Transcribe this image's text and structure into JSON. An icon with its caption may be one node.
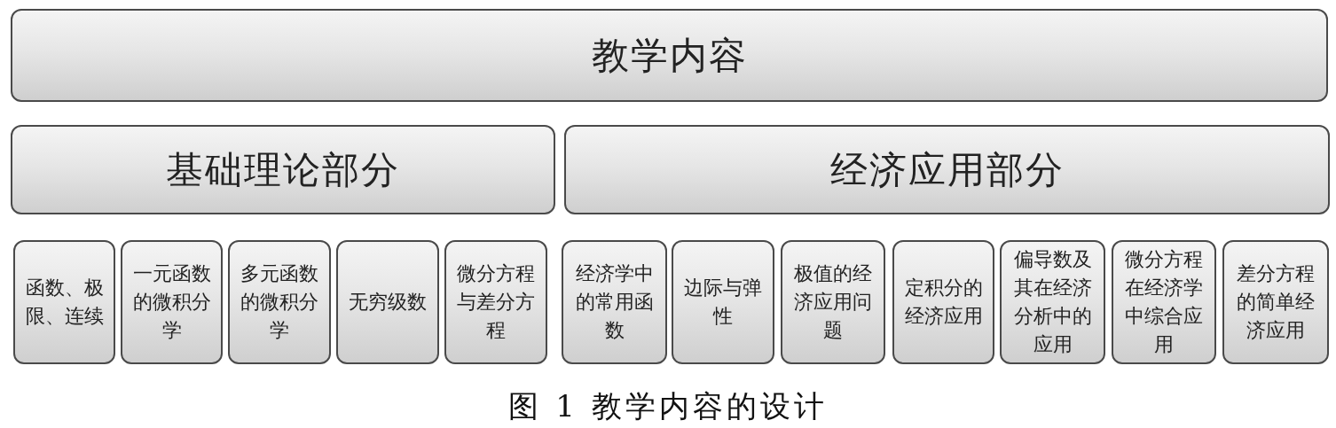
{
  "diagram": {
    "caption": "图 1 教学内容的设计",
    "nodes": [
      {
        "text": [
          "教学内容"
        ]
      },
      {
        "text": [
          "基础理论部分"
        ]
      },
      {
        "text": [
          "经济应用部分"
        ]
      },
      {
        "text": [
          "函数、极限、连续"
        ]
      },
      {
        "text": [
          "一元函数的微积分学"
        ]
      },
      {
        "text": [
          "多元函数的微积分学"
        ]
      },
      {
        "text": [
          "无穷级数"
        ]
      },
      {
        "text": [
          "微分方程与差分方程"
        ]
      },
      {
        "text": [
          "经济学中的常用函数"
        ]
      },
      {
        "text": [
          "边际与弹性"
        ]
      },
      {
        "text": [
          "极值的经济应用问题"
        ]
      },
      {
        "text": [
          "定积分的经济应用"
        ]
      },
      {
        "text": [
          "偏导数及其在经济分析中的应用"
        ]
      },
      {
        "text": [
          "微分方程在经济学中综合应用"
        ]
      },
      {
        "text": [
          "差分方程的简单经济应用"
        ]
      }
    ]
  }
}
